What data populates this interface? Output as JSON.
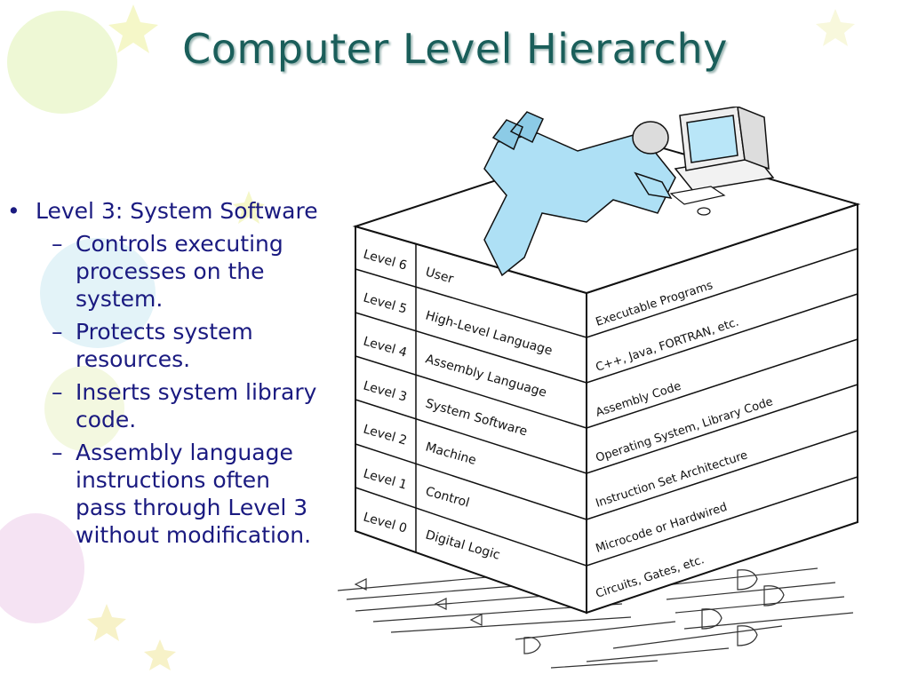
{
  "slide": {
    "title": "Computer Level Hierarchy",
    "bullet": "Level 3: System Software",
    "subbullets": [
      "Controls executing processes on the system.",
      "Protects system resources.",
      "Inserts system library code.",
      "Assembly language instructions often pass through Level 3 without modification."
    ]
  },
  "levels": [
    {
      "level": "Level 6",
      "name": "User",
      "description": "Executable Programs"
    },
    {
      "level": "Level 5",
      "name": "High-Level Language",
      "description": "C++, Java, FORTRAN, etc."
    },
    {
      "level": "Level 4",
      "name": "Assembly Language",
      "description": "Assembly Code"
    },
    {
      "level": "Level 3",
      "name": "System Software",
      "description": "Operating System, Library Code"
    },
    {
      "level": "Level 2",
      "name": "Machine",
      "description": "Instruction Set Architecture"
    },
    {
      "level": "Level 1",
      "name": "Control",
      "description": "Microcode or Hardwired"
    },
    {
      "level": "Level 0",
      "name": "Digital Logic",
      "description": "Circuits, Gates, etc."
    }
  ],
  "colors": {
    "title": "#1a5e5a",
    "text": "#1a1a80",
    "figure_fill": "#aee0f5",
    "decor": "#e8f5c8"
  },
  "icons": [
    "person-illustration",
    "computer-monitor-icon",
    "keyboard-icon",
    "mouse-icon",
    "logic-circuit-illustration"
  ]
}
